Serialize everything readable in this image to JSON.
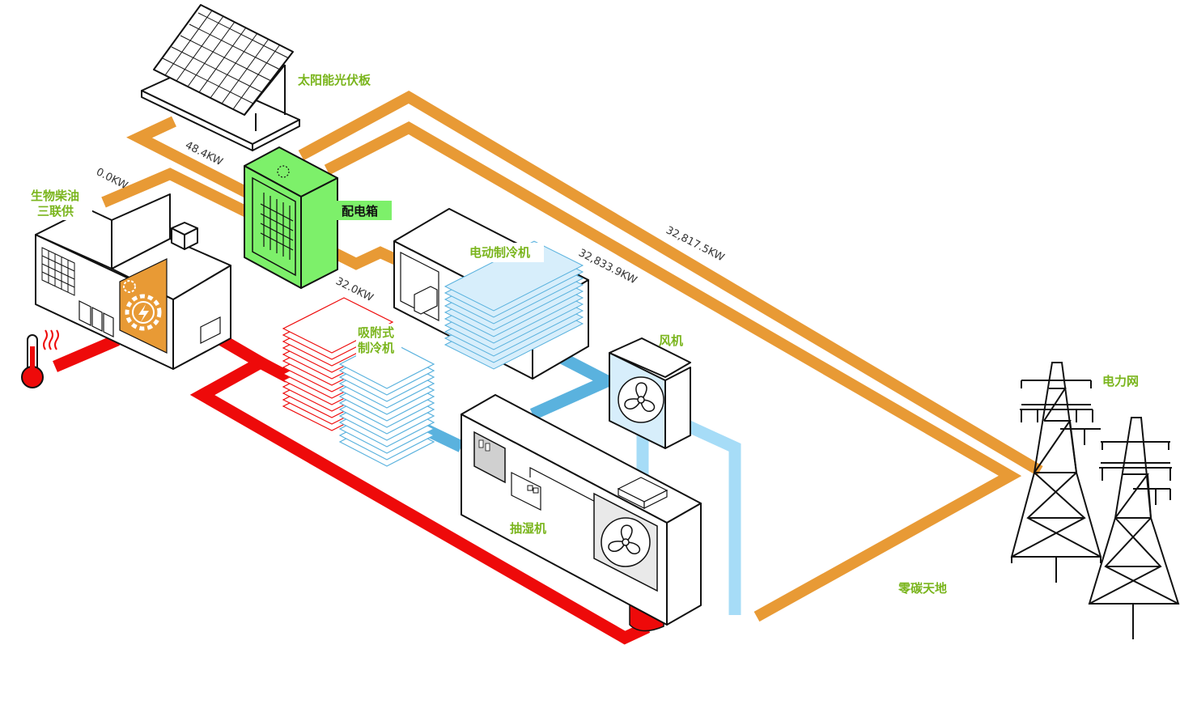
{
  "labels": {
    "solar": "太阳能光伏板",
    "chp_line1": "生物柴油",
    "chp_line2": "三联供",
    "distribution": "配电箱",
    "electric_chiller": "电动制冷机",
    "absorption_line1": "吸附式",
    "absorption_line2": "制冷机",
    "fan": "风机",
    "dehumidifier": "抽湿机",
    "grid": "电力网",
    "site": "零碳天地"
  },
  "flows": {
    "chp_power": "0.0KW",
    "solar_power": "48.4KW",
    "chiller_power": "32.0KW",
    "grid_line_1": "32,833.9KW",
    "grid_line_2": "32,817.5KW"
  },
  "colors": {
    "power": "#e89a35",
    "heat": "#ee0a0a",
    "cold": "#5ab2de",
    "air": "#a6dcf7",
    "label": "#7ab51d",
    "highlight": "#7df06a"
  }
}
